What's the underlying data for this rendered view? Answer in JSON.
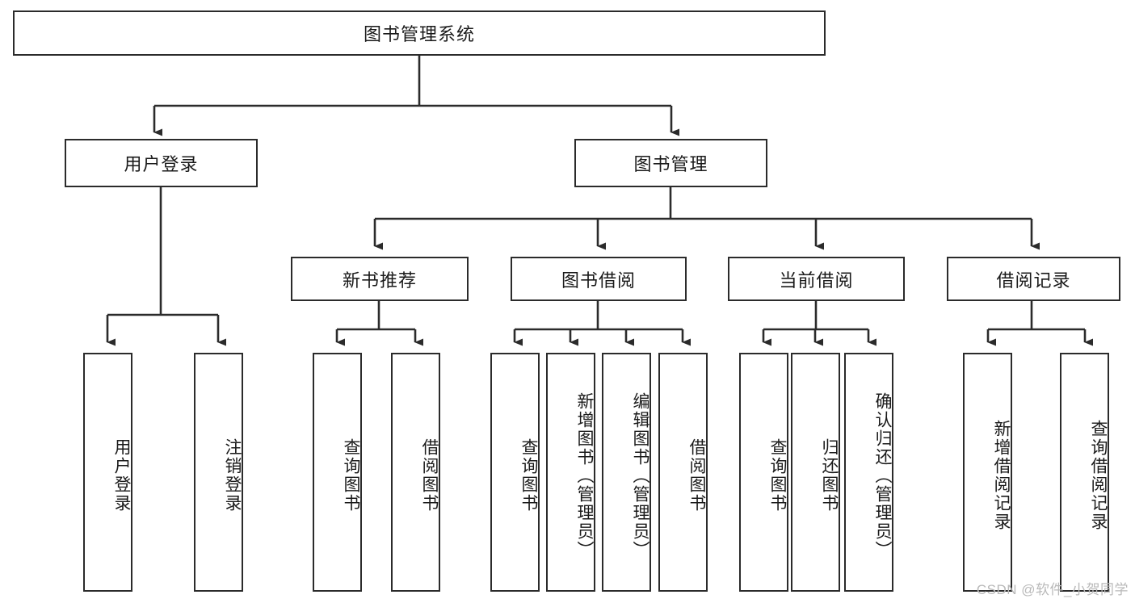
{
  "diagram": {
    "type": "tree-hierarchy",
    "title": "图书管理系统",
    "watermark": "CSDN @软件_小贺同学",
    "colors": {
      "background": "#ffffff",
      "stroke": "#2b2b2b",
      "text": "#1a1a1a",
      "watermark": "#b9b9b9"
    },
    "levels": {
      "root": {
        "label": "图书管理系统"
      },
      "level1": [
        {
          "id": "user-login",
          "label": "用户登录"
        },
        {
          "id": "book-manage",
          "label": "图书管理"
        }
      ],
      "level2": [
        {
          "id": "new-book-rec",
          "label": "新书推荐",
          "parent": "book-manage"
        },
        {
          "id": "book-borrow",
          "label": "图书借阅",
          "parent": "book-manage"
        },
        {
          "id": "current-borrow",
          "label": "当前借阅",
          "parent": "book-manage"
        },
        {
          "id": "borrow-record",
          "label": "借阅记录",
          "parent": "book-manage"
        }
      ],
      "leaves": [
        {
          "id": "leaf-user-login",
          "label": "用户登录",
          "parent": "user-login"
        },
        {
          "id": "leaf-logout",
          "label": "注销登录",
          "parent": "user-login"
        },
        {
          "id": "leaf-query-book-1",
          "label": "查询图书",
          "parent": "new-book-rec"
        },
        {
          "id": "leaf-borrow-book-1",
          "label": "借阅图书",
          "parent": "new-book-rec"
        },
        {
          "id": "leaf-query-book-2",
          "label": "查询图书",
          "parent": "book-borrow"
        },
        {
          "id": "leaf-add-book",
          "label": "新增图书（管理员）",
          "parent": "book-borrow"
        },
        {
          "id": "leaf-edit-book",
          "label": "编辑图书（管理员）",
          "parent": "book-borrow"
        },
        {
          "id": "leaf-borrow-book-2",
          "label": "借阅图书",
          "parent": "book-borrow"
        },
        {
          "id": "leaf-query-book-3",
          "label": "查询图书",
          "parent": "current-borrow"
        },
        {
          "id": "leaf-return-book",
          "label": "归还图书",
          "parent": "current-borrow"
        },
        {
          "id": "leaf-confirm-return",
          "label": "确认归还（管理员）",
          "parent": "current-borrow"
        },
        {
          "id": "leaf-add-record",
          "label": "新增借阅记录",
          "parent": "borrow-record"
        },
        {
          "id": "leaf-query-record",
          "label": "查询借阅记录",
          "parent": "borrow-record"
        }
      ]
    }
  }
}
